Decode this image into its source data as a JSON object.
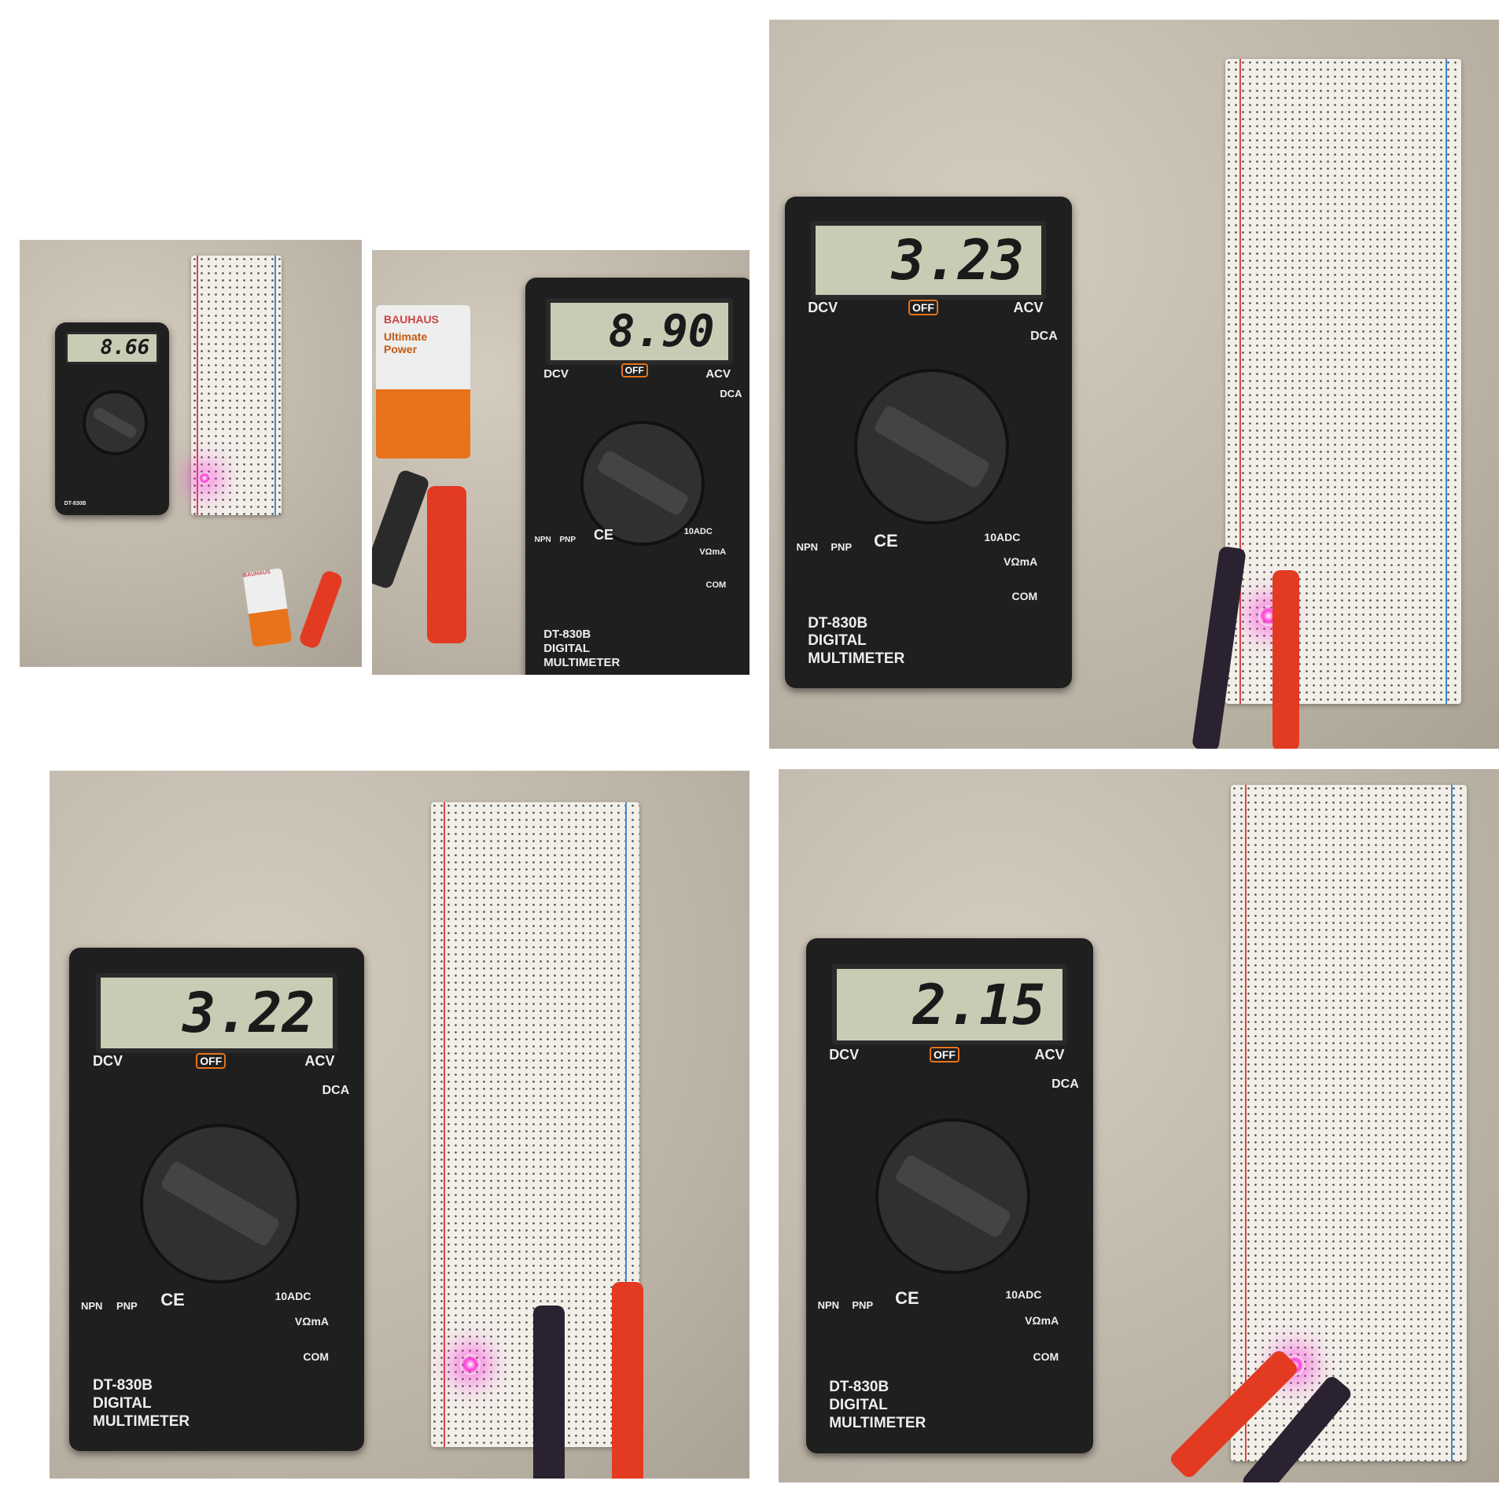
{
  "photos": [
    {
      "reading": "8.66"
    },
    {
      "reading": "8.90"
    },
    {
      "reading": "3.23"
    },
    {
      "reading": "3.22"
    },
    {
      "reading": "2.15"
    }
  ],
  "meter": {
    "model": "DT-830B",
    "line2": "DIGITAL",
    "line3": "MULTIMETER",
    "dcv": "DCV",
    "acv": "ACV",
    "dca": "DCA",
    "off": "OFF",
    "ce": "CE",
    "com": "COM",
    "vohm": "VΩmA",
    "tenadc": "10ADC",
    "npn": "NPN",
    "pnp": "PNP"
  },
  "battery": {
    "brand": "BAUHAUS",
    "name": "Ultimate Power"
  },
  "colors": {
    "led": "#ff3ad8",
    "probe_red": "#e33a22",
    "probe_black": "#2a2230",
    "carpet": "#c4bcae"
  }
}
